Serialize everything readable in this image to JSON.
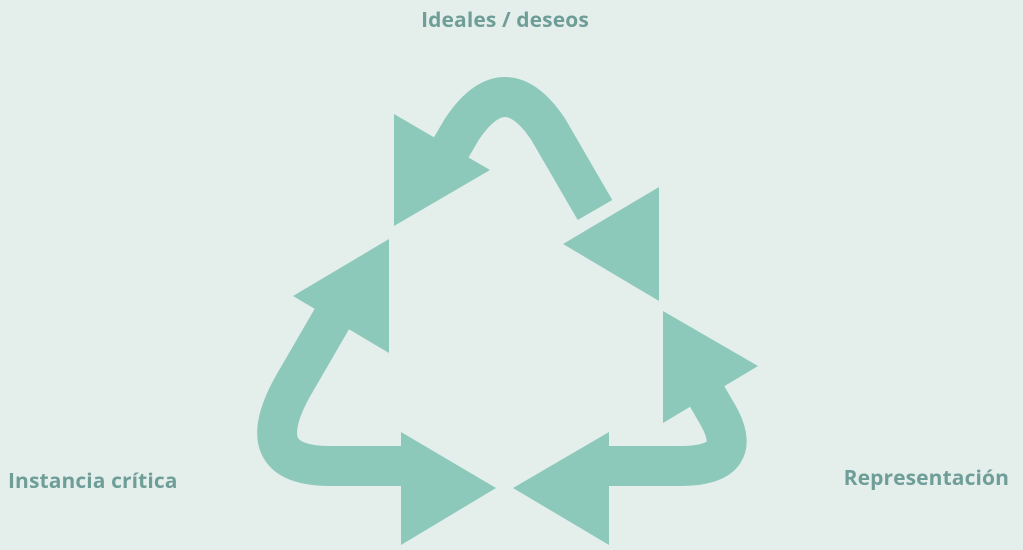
{
  "diagram": {
    "type": "recycle-cycle",
    "arrow_color": "#8dc9bb",
    "background_color": "#e4efec",
    "label_color": "#6f9d98",
    "labels": {
      "top": "Ideales / deseos",
      "left": "Instancia crítica",
      "right": "Representación"
    }
  }
}
